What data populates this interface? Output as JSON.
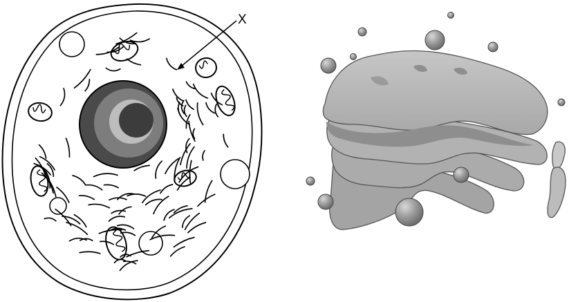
{
  "figure": {
    "pointer_label": "X"
  },
  "left_panel": {
    "subject": "animal-cell-line-drawing",
    "icons": [
      "cell-membrane-icon",
      "nucleus-icon",
      "nucleolus-icon",
      "mitochondrion-icon",
      "vacuole-icon",
      "endoplasmic-reticulum-icon"
    ]
  },
  "right_panel": {
    "subject": "golgi-apparatus-illustration",
    "icons": [
      "golgi-apparatus-icon",
      "vesicle-icon"
    ]
  },
  "colors": {
    "line": "#000000",
    "background": "#ffffff",
    "nucleus_outer": "#4a4a4a",
    "nucleus_inner": "#7d7d7d",
    "nucleolus_crescent": "#bdbdbd",
    "nucleolus_core": "#3c3c3c",
    "golgi_top": "#b9b9b9",
    "golgi_mid": "#a9a9a9",
    "golgi_dark": "#8e8e8e",
    "vesicle": "#9a9a9a"
  }
}
